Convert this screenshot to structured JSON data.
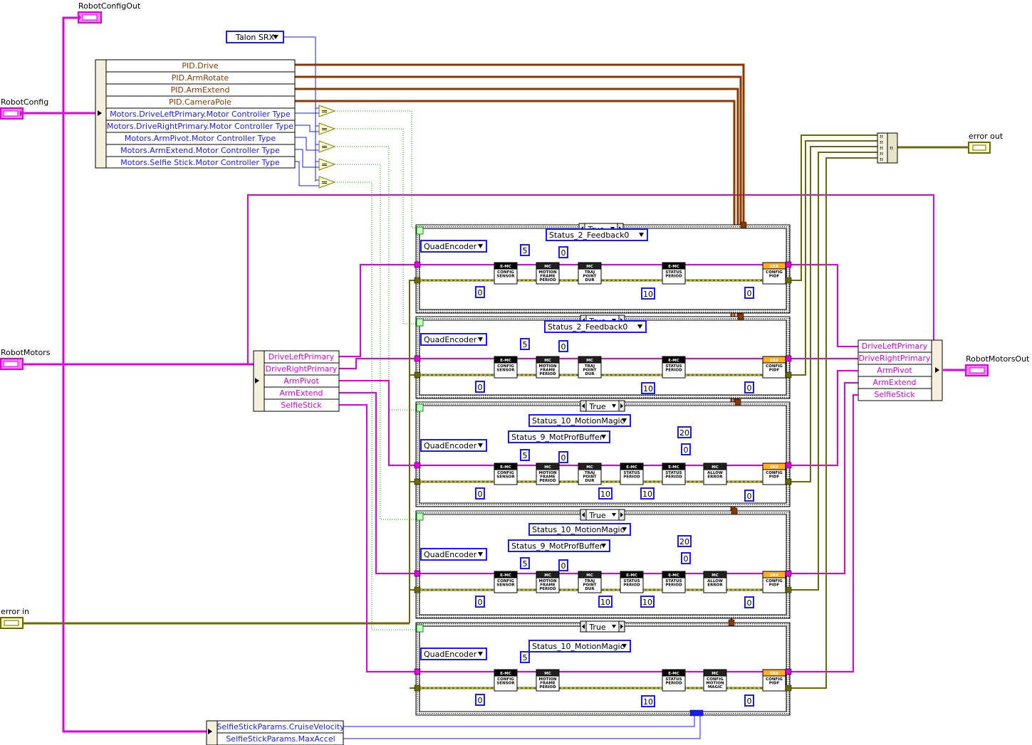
{
  "terminals": {
    "robot_config_out": "RobotConfigOut",
    "robot_config": "RobotConfig",
    "robot_motors": "RobotMotors",
    "error_in": "error in",
    "error_out": "error out",
    "robot_motors_out": "RobotMotorsOut"
  },
  "talon_enum": "Talon SRX",
  "config_unbundle": [
    "PID.Drive",
    "PID.ArmRotate",
    "PID.ArmExtend",
    "PID.CameraPole",
    "Motors.DriveLeftPrimary.Motor Controller Type",
    "Motors.DriveRightPrimary.Motor Controller Type",
    "Motors.ArmPivot.Motor Controller Type",
    "Motors.ArmExtend.Motor Controller Type",
    "Motors.Selfie Stick.Motor Controller Type"
  ],
  "motors_unbundle": [
    "DriveLeftPrimary",
    "DriveRightPrimary",
    "ArmPivot",
    "ArmExtend",
    "SelfieStick"
  ],
  "motors_bundle": [
    "DriveLeftPrimary",
    "DriveRightPrimary",
    "ArmPivot",
    "ArmExtend",
    "SelfieStick"
  ],
  "selfie_unbundle": [
    "SelfieStickParams.CruiseVelocity",
    "SelfieStickParams.MaxAccel"
  ],
  "case_selector": "True",
  "case_structures": [
    {
      "sensor": "QuadEncoder",
      "status_a": "Status_2_Feedback0",
      "const_frame": "5",
      "const_traj": "0",
      "const_sensor": "0",
      "const_status": "10",
      "const_pidf": "0"
    },
    {
      "sensor": "QuadEncoder",
      "status_a": "Status_2_Feedback0",
      "const_frame": "5",
      "const_traj": "0",
      "const_sensor": "0",
      "const_status": "10",
      "const_pidf": "0"
    },
    {
      "sensor": "QuadEncoder",
      "status_a": "Status_10_MotionMagic",
      "status_b": "Status_9_MotProfBuffer",
      "const_frame": "5",
      "const_traj": "0",
      "const_sensor": "0",
      "const_status_a": "10",
      "const_status_b": "10",
      "const_allow_a": "20",
      "const_allow_b": "0",
      "const_pidf": "0"
    },
    {
      "sensor": "QuadEncoder",
      "status_a": "Status_10_MotionMagic",
      "status_b": "Status_9_MotProfBuffer",
      "const_frame": "5",
      "const_traj": "0",
      "const_sensor": "0",
      "const_status_a": "10",
      "const_status_b": "10",
      "const_allow_a": "20",
      "const_allow_b": "0",
      "const_pidf": "0"
    },
    {
      "sensor": "QuadEncoder",
      "status_a": "Status_10_MotionMagic",
      "const_frame": "5",
      "const_sensor": "0",
      "const_status": "10",
      "const_pidf": "0"
    }
  ],
  "vi_labels": {
    "config_sensor": [
      "CONFIG",
      "SENSOR"
    ],
    "motion_frame_period": [
      "MOTION",
      "FRAME",
      "PERIOD"
    ],
    "traj_point_dur": [
      "TRAJ",
      "POINT",
      "DUR"
    ],
    "status_period": [
      "STATUS",
      "PERIOD"
    ],
    "allow_error": [
      "ALLOW",
      "ERROR"
    ],
    "config_motion_magic": [
      "CONFIG",
      "MOTION",
      "MAGIC"
    ],
    "config_pidf": [
      "CONFIG",
      "PIDF"
    ],
    "hdr_emc": "E-MC",
    "hdr_mc": "MC",
    "hdr_srx": "SRX"
  },
  "colors": {
    "cluster_wire": "#e000e0",
    "error_wire": "#6b6b00",
    "enum_wire": "#1a1aff",
    "pid_wire": "#8a3a00",
    "bool_wire": "#00a000"
  }
}
